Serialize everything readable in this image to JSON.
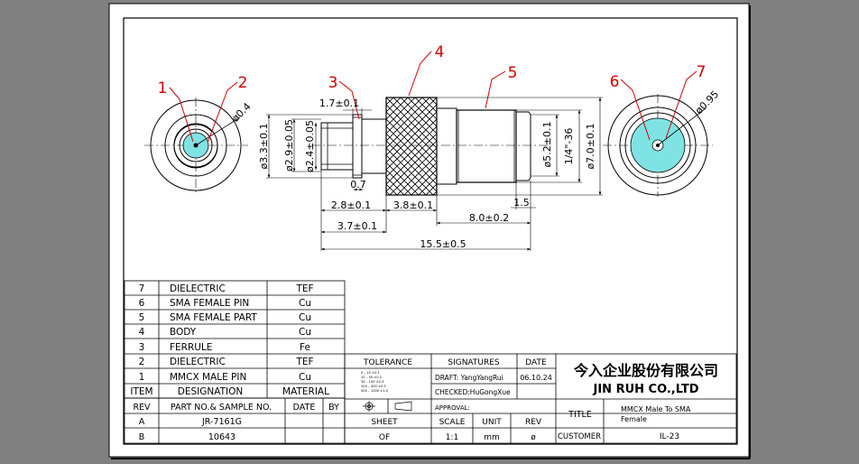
{
  "callouts": [
    "1",
    "2",
    "3",
    "4",
    "5",
    "6",
    "7"
  ],
  "dims": {
    "d04": "ø0.4",
    "d33": "ø3.3±0.1",
    "d29": "ø2.9±0.05",
    "d24": "ø2.4±0.05",
    "l17": "1.7±0.1",
    "l07": "0.7",
    "l28": "2.8±0.1",
    "l37": "3.7±0.1",
    "l38": "3.8±0.1",
    "l80": "8.0±0.2",
    "l15": "1.5",
    "l155": "15.5±0.5",
    "d52": "ø5.2±0.1",
    "thread": "1/4\"-36",
    "d70": "ø7.0±0.1",
    "d095": "ø0.95"
  },
  "bom": {
    "rows": [
      {
        "item": "7",
        "designation": "DIELECTRIC",
        "material": "TEF"
      },
      {
        "item": "6",
        "designation": "SMA FEMALE PIN",
        "material": "Cu"
      },
      {
        "item": "5",
        "designation": "SMA FEMALE PART",
        "material": "Cu"
      },
      {
        "item": "4",
        "designation": "BODY",
        "material": "Cu"
      },
      {
        "item": "3",
        "designation": "FERRULE",
        "material": "Fe"
      },
      {
        "item": "2",
        "designation": "DIELECTRIC",
        "material": "TEF"
      },
      {
        "item": "1",
        "designation": "MMCX MALE PIN",
        "material": "Cu"
      }
    ],
    "headers": {
      "item": "ITEM",
      "designation": "DESIGNATION",
      "material": "MATERIAL"
    }
  },
  "rev": {
    "headers": {
      "rev": "REV",
      "part": "PART NO.& SAMPLE NO.",
      "date": "DATE",
      "by": "BY"
    },
    "rows": [
      {
        "rev": "A",
        "part": "JR-7161G"
      },
      {
        "rev": "B",
        "part": "10643"
      }
    ]
  },
  "tolerance": {
    "title": "TOLERANCE",
    "lines": [
      "0 – 10 ±0.1",
      "10 – 50 ±0.2",
      "50 – 100 ±0.3",
      "100 – 500 ±0.5",
      "500 – 1000 ±1.0"
    ]
  },
  "signatures": {
    "title": "SIGNATURES",
    "date_header": "DATE",
    "draft": "DRAFT: YangYangRui",
    "checked": "CHECKED:HuGongXue",
    "approval": "APPROVAL:",
    "date": "06.10.24"
  },
  "company": {
    "cn": "今入企业股份有限公司",
    "en": "JIN RUH CO.,LTD"
  },
  "title_block": {
    "sheet_label": "SHEET",
    "sheet_value": "OF",
    "scale_label": "SCALE",
    "scale_value": "1:1",
    "unit_label": "UNIT",
    "unit_value": "mm",
    "rev_label": "REV",
    "rev_value": "ø",
    "title_label": "TITLE",
    "title_value_1": "MMCX Male To SMA",
    "title_value_2": "Female",
    "customer_label": "CUSTOMER",
    "customer_value": "IL-23"
  },
  "colors": {
    "bg": "#808080",
    "paper": "#ffffff",
    "ink": "#000000",
    "red": "#d00000",
    "cyan": "#7fe3e3"
  }
}
